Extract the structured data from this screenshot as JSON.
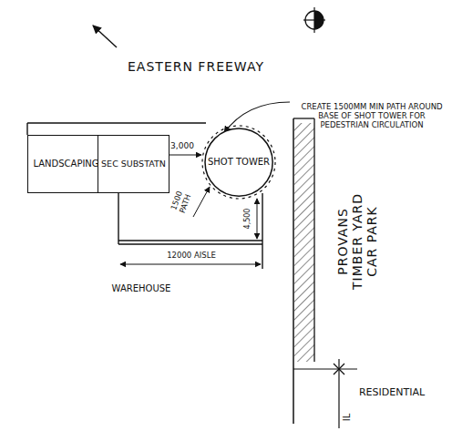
{
  "diagram": {
    "nodes": [
      {
        "text": [
          "LANDSCAPING"
        ]
      },
      {
        "text": [
          "SEC SUBSTATN"
        ]
      },
      {
        "text": [
          "SHOT TOWER"
        ]
      }
    ],
    "labels": [
      "EASTERN FREEWAY",
      "CREATE 1500MM MIN PATH AROUND BASE OF SHOT TOWER FOR PEDESTRIAN CIRCULATION",
      "3,000",
      "1500 PATH",
      "4,500",
      "12000 AISLE",
      "WAREHOUSE",
      "PROVANS TIMBER YARD CAR PARK",
      "RESIDENTIAL",
      "IL"
    ]
  }
}
